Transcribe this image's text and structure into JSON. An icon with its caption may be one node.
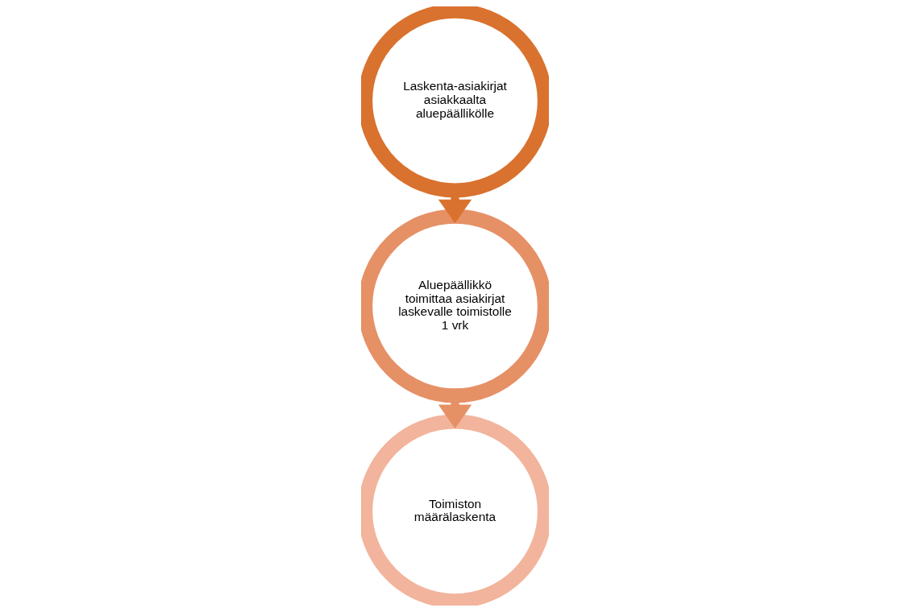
{
  "diagram": {
    "nodes": [
      {
        "text": [
          "Laskenta-asiakirjat asiakkaalta aluepäällikölle"
        ]
      },
      {
        "text": [
          "Aluepäällikkö toimittaa asiakirjat laskevalle toimistolle 1 vrk"
        ]
      },
      {
        "text": [
          "Toimiston määrälaskenta"
        ]
      }
    ],
    "edges": [
      {
        "from": 0,
        "to": 1,
        "arrow": "to",
        "color": "#d9722e"
      },
      {
        "from": 1,
        "to": 2,
        "arrow": "to",
        "color": "#e69066"
      }
    ]
  }
}
